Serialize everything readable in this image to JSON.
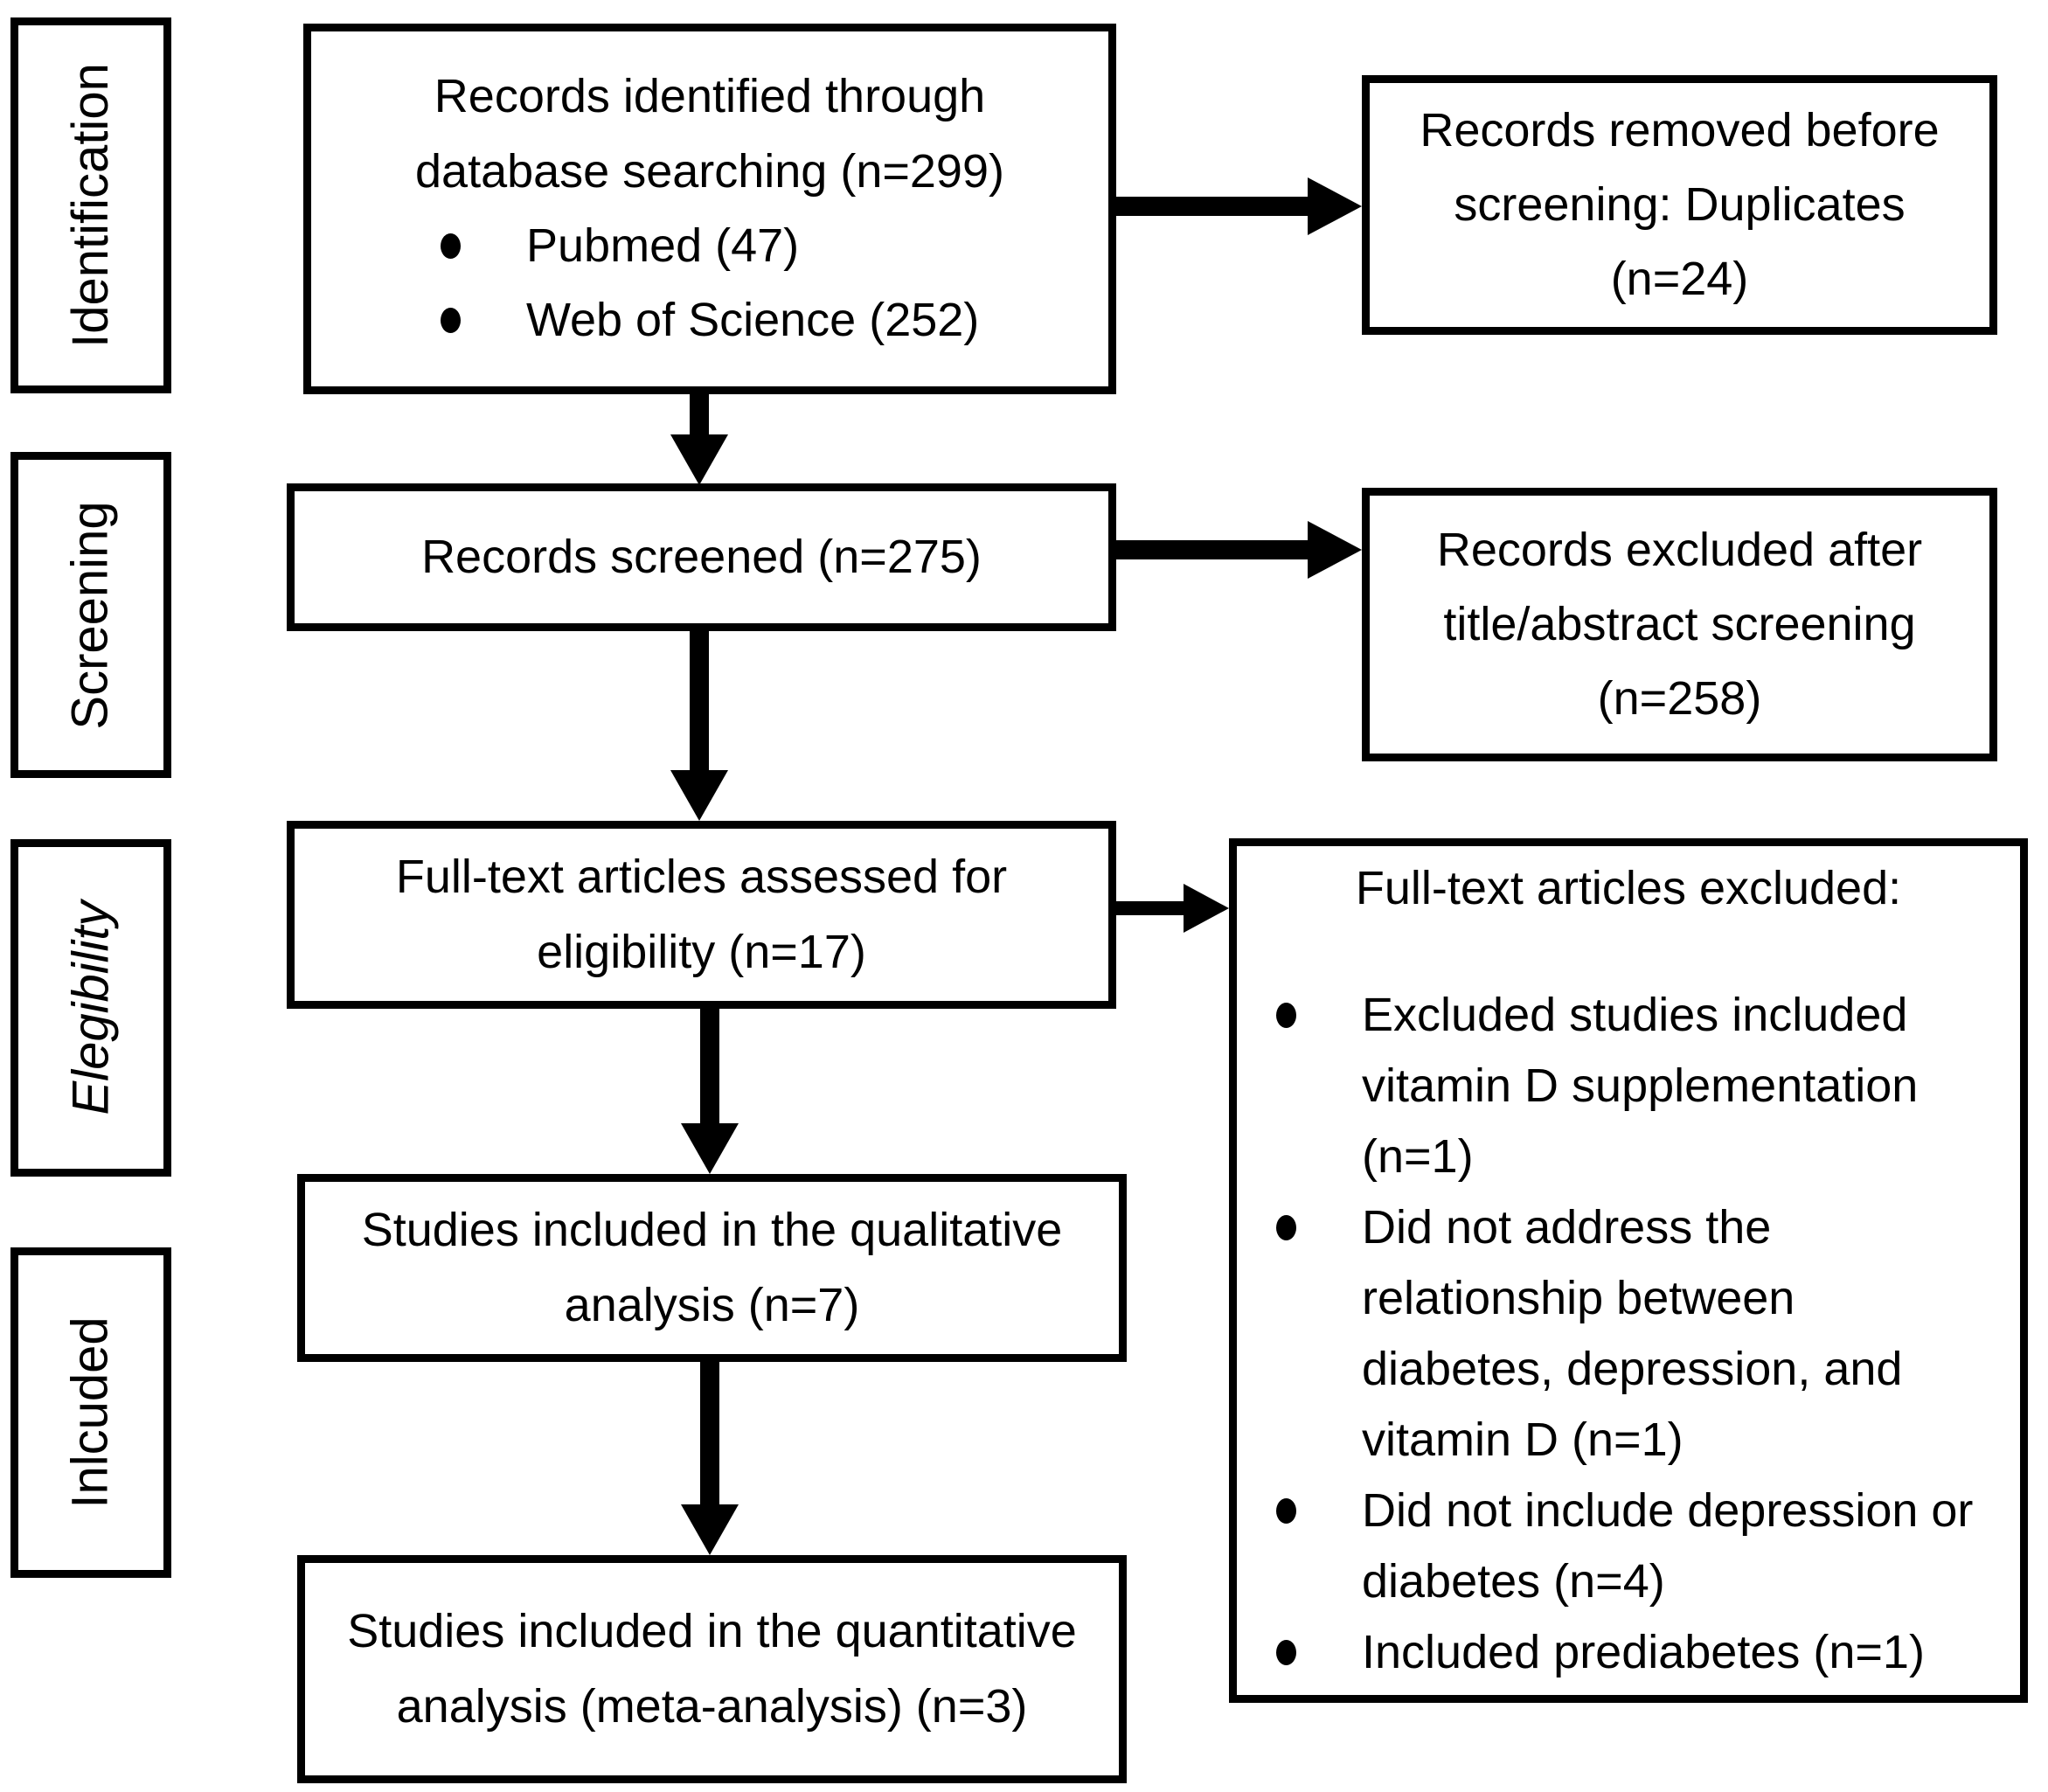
{
  "sidebar": {
    "identification": "Identification",
    "screening": "Screening",
    "eligibility": "Elegibility",
    "included": "Inlcuded"
  },
  "boxes": {
    "identified": {
      "title": "Records identified through database searching (n=299)",
      "bullets": [
        "Pubmed (47)",
        "Web of Science (252)"
      ]
    },
    "removed_before_screening": {
      "text": "Records removed before screening: Duplicates (n=24)"
    },
    "screened": {
      "text": "Records screened (n=275)"
    },
    "excluded_after_screening": {
      "text": "Records excluded after title/abstract screening (n=258)"
    },
    "fulltext_assessed": {
      "text": "Full-text articles assessed for eligibility (n=17)"
    },
    "fulltext_excluded": {
      "title": "Full-text articles excluded:",
      "bullets": [
        "Excluded studies included vitamin D supplementation (n=1)",
        "Did not address the relationship between diabetes, depression, and vitamin D (n=1)",
        "Did not include depression or diabetes (n=4)",
        "Included prediabetes (n=1)"
      ]
    },
    "qualitative": {
      "text": "Studies included in the qualitative analysis (n=7)"
    },
    "quantitative": {
      "text": "Studies included in the quantitative analysis (meta-analysis) (n=3)"
    }
  },
  "colors": {
    "line": "#000000",
    "text": "#000000",
    "background": "#ffffff"
  }
}
